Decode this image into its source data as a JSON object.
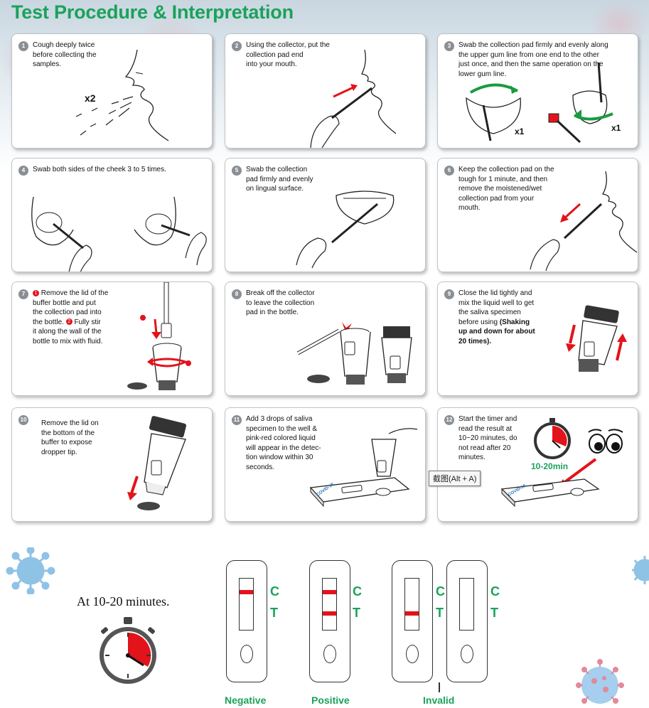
{
  "title": "Test Procedure & Interpretation",
  "steps": [
    {
      "n": "1",
      "lines": [
        "Cough deeply twice",
        "before collecting the",
        "samples."
      ],
      "annotation": "x2"
    },
    {
      "n": "2",
      "lines": [
        "Using the collector, put the",
        "collection pad end",
        "into your mouth."
      ]
    },
    {
      "n": "3",
      "lines": [
        "Swab the collection pad firmly and evenly along",
        "the upper gum line from one end to the other",
        "just once, and then the same operation on the",
        "lower gum line."
      ],
      "annotation_a": "x1",
      "annotation_b": "x1"
    },
    {
      "n": "4",
      "lines": [
        "Swab both sides of the cheek 3 to 5 times."
      ]
    },
    {
      "n": "5",
      "lines": [
        "Swab the collection",
        "pad firmly and evenly",
        "on lingual surface."
      ]
    },
    {
      "n": "6",
      "lines": [
        "Keep the collection pad on the",
        "tough for 1 minute, and then",
        "remove the moistened/wet",
        "collection pad from your",
        "mouth."
      ]
    },
    {
      "n": "7",
      "lines": [
        "Remove the lid of the",
        "buffer bottle and put",
        "the collection pad into",
        "the bottle.",
        "Fully stir",
        "it along the wall of the",
        "bottle to mix with fluid."
      ],
      "marker_1": "1",
      "marker_2": "2"
    },
    {
      "n": "8",
      "lines": [
        "Break off the collector",
        "to leave the collection",
        "pad in the bottle."
      ]
    },
    {
      "n": "9",
      "lines": [
        "Close the lid tightly and",
        "mix the liquid well to get",
        "the saliva specimen",
        "before using",
        "(Shaking",
        "up and down for about",
        "20 times)."
      ]
    },
    {
      "n": "10",
      "lines": [
        "Remove the lid on",
        "the bottom of the",
        "buffer to expose",
        "dropper tip."
      ]
    },
    {
      "n": "11",
      "lines": [
        "Add 3 drops of saliva",
        "specimen to the well &",
        "pink-red colored liquid",
        "will appear in the detec-",
        "tion window within 30",
        "seconds."
      ],
      "device_label": "COVID-19"
    },
    {
      "n": "12",
      "lines": [
        "Start the timer and",
        "read the result at",
        "10~20 minutes, do",
        "not read after 20",
        "minutes."
      ],
      "timer_label": "10-20min",
      "device_label": "COVID-19"
    }
  ],
  "tooltip": "截图(Alt + A)",
  "interpretation": {
    "time_label": "At 10-20 minutes.",
    "control_letter": "C",
    "test_letter": "T",
    "results": [
      {
        "label": "Negative",
        "c_line": true,
        "t_line": false
      },
      {
        "label": "Positive",
        "c_line": true,
        "t_line": true
      },
      {
        "label": "Invalid",
        "c_line": false,
        "t_line": true
      },
      {
        "label": "Invalid",
        "c_line": false,
        "t_line": false
      }
    ]
  },
  "colors": {
    "accent": "#1aa25a",
    "line": "#e3131b",
    "frame": "#333333"
  }
}
